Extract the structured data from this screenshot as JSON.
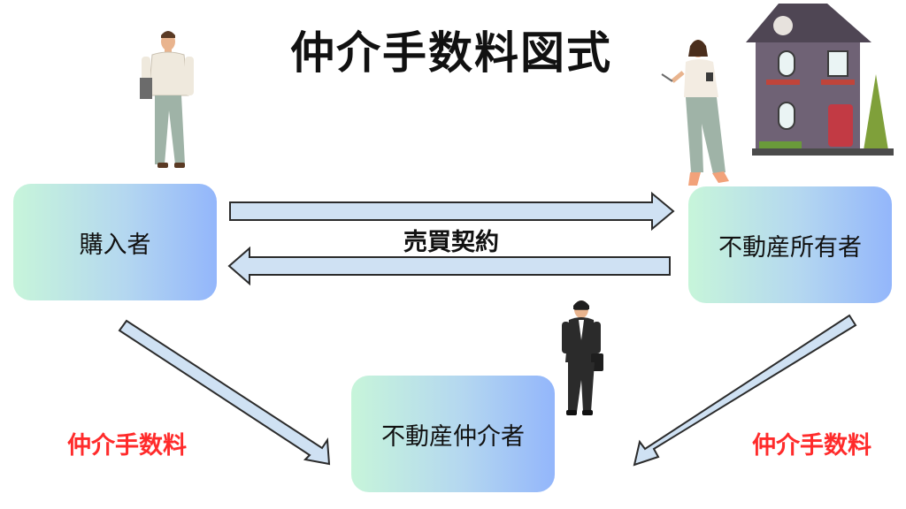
{
  "title": "仲介手数料図式",
  "nodes": {
    "buyer": "購入者",
    "owner": "不動産所有者",
    "agent": "不動産仲介者"
  },
  "contract_label": "売買契約",
  "fee_left": "仲介手数料",
  "fee_right": "仲介手数料",
  "colors": {
    "fee_text": "#ff2b2b",
    "arrow_fill": "#cfe1f3",
    "box_gradient_start": "#c7f5da",
    "box_gradient_end": "#93b6fb"
  }
}
